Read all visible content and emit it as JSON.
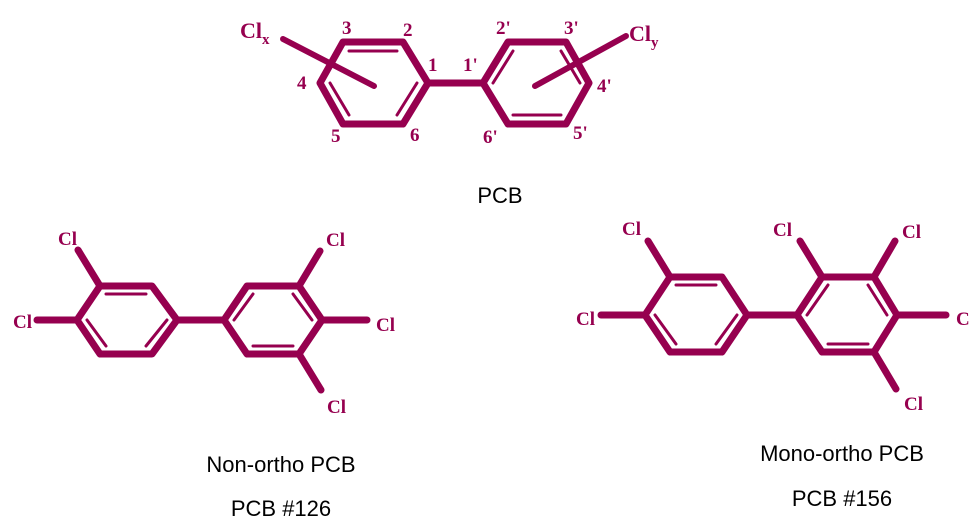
{
  "colors": {
    "bond": "#96004f",
    "caption": "#000000",
    "background": "#ffffff"
  },
  "pcb": {
    "caption": "PCB",
    "clx": {
      "base": "Cl",
      "sub": "x"
    },
    "cly": {
      "base": "Cl",
      "sub": "y"
    },
    "positions": {
      "p1": "1",
      "p2": "2",
      "p3": "3",
      "p4": "4",
      "p5": "5",
      "p6": "6",
      "q1": "1'",
      "q2": "2'",
      "q3": "3'",
      "q4": "4'",
      "q5": "5'",
      "q6": "6'"
    }
  },
  "pcb126": {
    "caption1": "Non-ortho PCB",
    "caption2": "PCB #126",
    "cl": "Cl"
  },
  "pcb156": {
    "caption1": "Mono-ortho PCB",
    "caption2": "PCB #156",
    "cl": "Cl",
    "cl_right": "C"
  }
}
